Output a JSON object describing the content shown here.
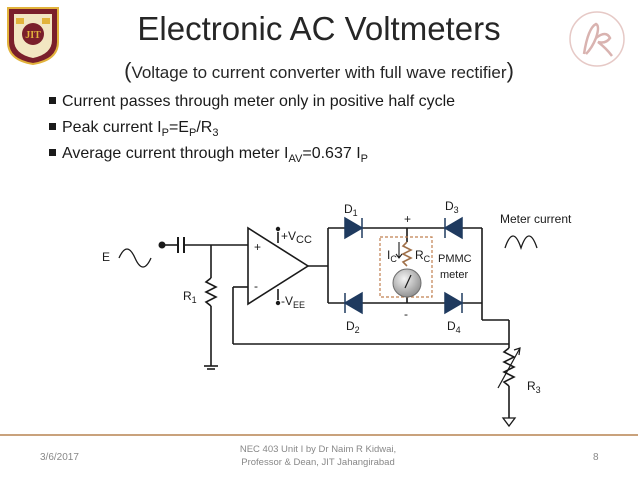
{
  "header": {
    "title": "Electronic AC Voltmeters",
    "subtitle": "Voltage to current converter with full wave rectifier"
  },
  "bullets": [
    {
      "pre": "Current passes through meter only in positive half cycle"
    },
    {
      "pre": "Peak current I",
      "s1": "P",
      "mid": "=E",
      "s2": "P",
      "post": "/R",
      "s3": "3"
    },
    {
      "pre": "Average current through meter I",
      "s1": "AV",
      "mid": "=0.637 I",
      "s2": "P"
    }
  ],
  "circuit": {
    "input_label": "E",
    "plus_sign": "+",
    "minus_sign": "-",
    "vcc": {
      "base": "+V",
      "sub": "CC"
    },
    "vee": {
      "base": "-V",
      "sub": "EE"
    },
    "r1": {
      "base": "R",
      "sub": "1"
    },
    "r3": {
      "base": "R",
      "sub": "3"
    },
    "d1": {
      "base": "D",
      "sub": "1"
    },
    "d2": {
      "base": "D",
      "sub": "2"
    },
    "d3": {
      "base": "D",
      "sub": "3"
    },
    "d4": {
      "base": "D",
      "sub": "4"
    },
    "ic": {
      "base": "I",
      "sub": "C"
    },
    "rc": {
      "base": "R",
      "sub": "C"
    },
    "meter_plus": "+",
    "meter_minus": "-",
    "meter_label_1": "PMMC",
    "meter_label_2": "meter",
    "meter_current_label": "Meter current"
  },
  "footer": {
    "date": "3/6/2017",
    "line1": "NEC 403 Unit I by Dr Naim R Kidwai,",
    "line2": "Professor & Dean, JIT Jahangirabad",
    "page": "8"
  },
  "colors": {
    "diode": "#1f3a5f",
    "footer_rule": "#c9a27c",
    "logo_bg": "#7a1f2b",
    "logo_accent": "#e2b33c",
    "brand_mark": "#d9b3b0"
  }
}
